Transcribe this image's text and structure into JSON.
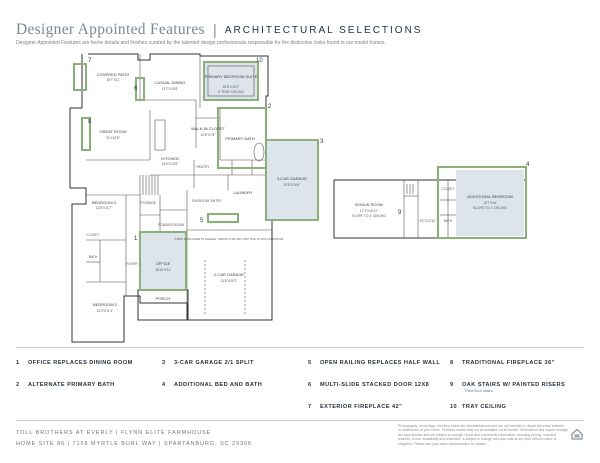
{
  "header": {
    "title": "Designer Appointed Features",
    "separator": "|",
    "subtitle": "ARCHITECTURAL SELECTIONS",
    "description": "Designer Appointed Features are home details and finishes curated by the talented design professionals responsible for the distinctive looks found in our model homes."
  },
  "accent_color": "#8ab178",
  "highlight_fill": "#dde4ec",
  "plan_labels": {
    "covered_patio": "COVERED PATIO",
    "covered_patio_dim": "16'7\"X11'",
    "casual_dining": "CASUAL DINING",
    "casual_dining_dim": "13'7\"X12'6\"",
    "primary_suite": "PRIMARY BEDROOM SUITE",
    "primary_suite_dim": "18'8\"X15'1\"",
    "primary_suite_note": "9' TRAY CEILING",
    "great_room": "GREAT ROOM",
    "great_room_dim": "21'X18'8\"",
    "walk_in_closet": "WALK-IN CLOSET",
    "walk_in_dim": "10'8\"X7'8\"",
    "primary_bath": "PRIMARY BATH",
    "kitchen": "KITCHEN",
    "kitchen_dim": "16'6\"X13'8\"",
    "pantry": "PANTRY",
    "garage3": "3-CAR GARAGE",
    "garage3_dim": "20'5\"X10'6\"",
    "laundry": "LAUNDRY",
    "bedroom3": "BEDROOM 3",
    "bedroom3_dim": "12'8\"X11'7\"",
    "storage": "STORAGE",
    "powder": "POWDER ROOM",
    "everyday_entry": "EVERYDAY ENTRY",
    "closet": "CLOSET",
    "bath": "BATH",
    "office": "OFFICE",
    "office_dim": "16'10\"X11'",
    "foyer": "FOYER",
    "steps_note": "STEPS FROM HOME TO GARAGE; THROW TOTAL MAY VARY DUE TO SITE CONDITIONS",
    "garage2": "2-CAR GARAGE",
    "garage2_dim": "21'8\"X20'3\"",
    "bedroom2": "BEDROOM 2",
    "bedroom2_dim": "12'3\"X11'4\"",
    "porch": "PORCH",
    "bonus_room": "BONUS ROOM",
    "bonus_dim": "17'3\"X15'11\"",
    "bonus_note": "SLOPE TO 4' CEILING",
    "additional_bedroom": "ADDITIONAL BEDROOM",
    "additional_dim": "18'7\"X14'",
    "additional_note": "SLOPE TO 4' CEILING",
    "upper_closet": "CLOSET",
    "upper_bath": "BATH",
    "upper_hall": "8'2\"X12'10\""
  },
  "callouts": [
    "1",
    "2",
    "3",
    "4",
    "5",
    "6",
    "7",
    "8",
    "9",
    "10"
  ],
  "legend": [
    {
      "num": "1",
      "text": "OFFICE REPLACES DINING ROOM"
    },
    {
      "num": "2",
      "text": "ALTERNATE PRIMARY BATH"
    },
    {
      "num": "3",
      "text": "3-CAR GARAGE 2/1 SPLIT"
    },
    {
      "num": "4",
      "text": "ADDITIONAL BED AND BATH"
    },
    {
      "num": "5",
      "text": "OPEN RAILING REPLACES HALF WALL"
    },
    {
      "num": "6",
      "text": "MULTI-SLIDE STACKED DOOR 12X8"
    },
    {
      "num": "7",
      "text": "EXTERIOR FIREPLACE 42\""
    },
    {
      "num": "8",
      "text": "TRADITIONAL FIREPLACE 36\""
    },
    {
      "num": "9",
      "text": "OAK STAIRS W/ PAINTED RISERS"
    },
    {
      "num": "10",
      "text": "TRAY CEILING"
    }
  ],
  "legend_sub9": "Third floor stairs",
  "footer": {
    "line1": "TOLL BROTHERS AT EVERLY  |  FLYNN ELITE FARMHOUSE",
    "line2": "HOME SITE 86  |  7158 MYRTLE BURL WAY  |  SPARTANBURG, SC 29306",
    "disclaimer": "Photographs, renderings, and floor plans are representational and are not intended to depict the exact features or dimensions of your home. Features shown may not be available on all homes. Dimensions and square footage are approximate and are subject to change. Home and community information, including pricing, included features, terms, availability and amenities, is subject to change and prior sale at any time without notice or obligation. Please see your sales representative for details."
  }
}
